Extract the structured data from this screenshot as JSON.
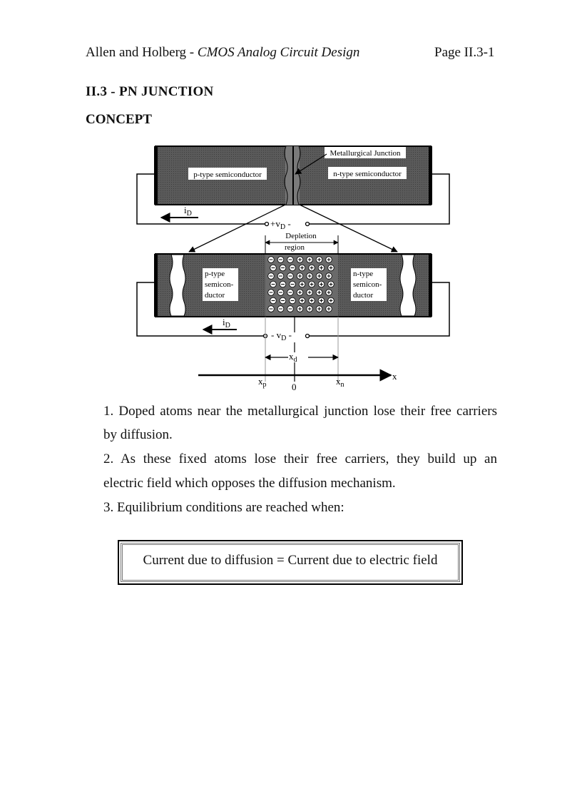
{
  "header": {
    "authors": "Allen and Holberg - ",
    "book_title": "CMOS Analog Circuit Design",
    "page": "Page II.3-1"
  },
  "section_title": "II.3 - PN JUNCTION",
  "subsection_title": "CONCEPT",
  "diagram": {
    "top": {
      "p_label": "p-type semiconductor",
      "n_label": "n-type semiconductor",
      "junction_label": "Metallurgical Junction",
      "current_label": "i",
      "current_sub": "D",
      "voltage_prefix": "+v",
      "voltage_sub": "D",
      "voltage_suffix": " -"
    },
    "bottom": {
      "depletion_label_1": "Depletion",
      "depletion_label_2": "region",
      "p_label_1": "p-type",
      "p_label_2": "semicon-",
      "p_label_3": "ductor",
      "n_label_1": "n-type",
      "n_label_2": "semicon-",
      "n_label_3": "ductor",
      "current_label": "i",
      "current_sub": "D",
      "voltage_prefix": "- v",
      "voltage_sub": "D",
      "voltage_suffix": " -",
      "xd_label": "x",
      "xd_sub": "d",
      "xp_label": "x",
      "xp_sub": "p",
      "xn_label": "x",
      "xn_sub": "n",
      "origin_label": "0",
      "axis_label": "x"
    }
  },
  "paragraphs": [
    "1. Doped atoms near the metallurgical junction lose their free carriers",
    "by diffusion.",
    "2.  As these fixed atoms lose their free carriers, they build up an",
    "electric field which opposes the diffusion mechanism.",
    "3. Equilibrium conditions are reached when:"
  ],
  "equation": "Current due to diffusion = Current due to electric field"
}
